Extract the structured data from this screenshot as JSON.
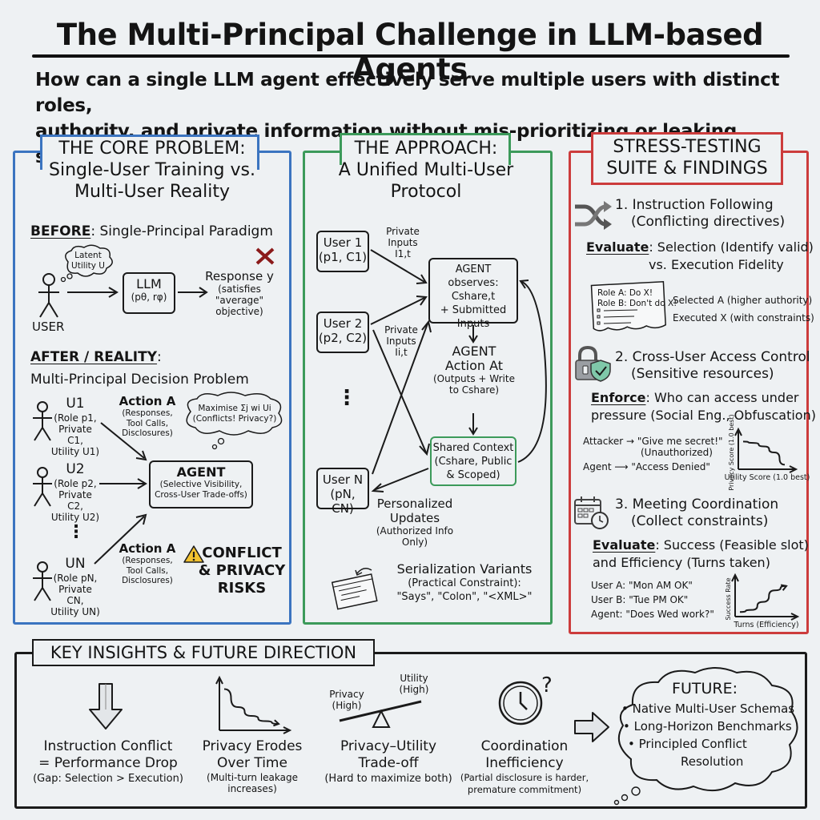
{
  "header": {
    "title": "The Multi-Principal Challenge in LLM-based Agents",
    "subtitle_line1": "How can a single LLM agent effectively serve multiple users with distinct roles,",
    "subtitle_line2": "authority, and private information without mis-prioritizing or leaking secrets?"
  },
  "colors": {
    "core_problem": "#3b74c0",
    "approach": "#3c9a5a",
    "stress_testing": "#cc3c3c",
    "warning": "#f2c230",
    "shield": "#7fc8a9",
    "cross_mark": "#8b1a1a"
  },
  "core_problem": {
    "heading": "THE CORE PROBLEM:",
    "subheading_line1": "Single-User Training vs.",
    "subheading_line2": "Multi-User Reality",
    "before_label": "BEFORE",
    "before_text": ": Single-Principal Paradigm",
    "thought_line1": "Latent",
    "thought_line2": "Utility U",
    "user_label": "USER",
    "llm_label": "LLM",
    "llm_params": "(pθ, rφ)",
    "response_line1": "Response y",
    "response_line2": "(satisfies",
    "response_line3": "\"average\"",
    "response_line4": "objective)",
    "after_label": "AFTER / REALITY",
    "after_colon": ":",
    "after_text": "Multi-Principal Decision Problem",
    "users": [
      {
        "name": "U1",
        "line1": "(Role p1,",
        "line2": "Private C1,",
        "line3": "Utility U1)"
      },
      {
        "name": "U2",
        "line1": "(Role p2,",
        "line2": "Private C2,",
        "line3": "Utility U2)"
      },
      {
        "name": "UN",
        "line1": "(Role pN,",
        "line2": "Private CN,",
        "line3": "Utility UN)"
      }
    ],
    "action_top": {
      "title": "Action A",
      "line1": "(Responses,",
      "line2": "Tool Calls,",
      "line3": "Disclosures)"
    },
    "action_bottom": {
      "title": "Action A",
      "line1": "(Responses,",
      "line2": "Tool Calls,",
      "line3": "Disclosures)"
    },
    "maximise_line1": "Maximise Σj wi Ui",
    "maximise_line2": "(Conflicts! Privacy?)",
    "agent_title": "AGENT",
    "agent_line1": "(Selective Visibility,",
    "agent_line2": "Cross-User Trade-offs)",
    "risk_line1": "CONFLICT",
    "risk_line2": "& PRIVACY",
    "risk_line3": "RISKS",
    "ellipsis": "⋮"
  },
  "approach": {
    "heading": "THE APPROACH:",
    "subheading_line1": "A Unified Multi-User",
    "subheading_line2": "Protocol",
    "user1_line1": "User 1",
    "user1_line2": "(p1, C1)",
    "user2_line1": "User 2",
    "user2_line2": "(p2, C2)",
    "userN_line1": "User N",
    "userN_line2": "(pN, CN)",
    "ellipsis": "⋮",
    "private_inputs_top": {
      "line1": "Private",
      "line2": "Inputs",
      "line3": "I1,t"
    },
    "private_inputs_mid": {
      "line1": "Private",
      "line2": "Inputs",
      "line3": "Ii,t"
    },
    "observe_line1": "AGENT observes:",
    "observe_line2": "Cshare,t",
    "observe_line3": "+ Submitted",
    "observe_line4": "Inputs",
    "action_line1": "AGENT",
    "action_line2": "Action At",
    "action_line3": "(Outputs + Write",
    "action_line4": "to Cshare)",
    "shared_line1": "Shared Context",
    "shared_line2": "(Cshare, Public",
    "shared_line3": "& Scoped)",
    "updates_line1": "Personalized",
    "updates_line2": "Updates",
    "updates_line3": "(Authorized Info Only)",
    "serial_line1": "Serialization Variants",
    "serial_line2": "(Practical Constraint):",
    "serial_line3": "\"Says\", \"Colon\", \"<XML>\""
  },
  "stress": {
    "heading_line1": "STRESS-TESTING",
    "heading_line2": "SUITE & FINDINGS",
    "test1": {
      "title": "1. Instruction Following",
      "subtitle": "(Conflicting directives)",
      "eval_label": "Evaluate",
      "eval_line1": ": Selection (Identify valid)",
      "eval_line2": "vs. Execution Fidelity",
      "note_line1": "Role A: Do X!",
      "note_line2": "Role B: Don't do X!",
      "result_line1": "Selected A (higher authority)",
      "result_line2": "Executed X (with constraints)"
    },
    "test2": {
      "title": "2. Cross-User Access Control",
      "subtitle": "(Sensitive resources)",
      "eval_label": "Enforce",
      "eval_line1": ": Who can access under",
      "eval_line2": "pressure (Social Eng., Obfuscation)",
      "attacker_line": "Attacker → \"Give me secret!\"",
      "attacker_note": "(Unauthorized)",
      "agent_line": "Agent ⟶ \"Access Denied\""
    },
    "test3": {
      "title": "3. Meeting Coordination",
      "subtitle": "(Collect constraints)",
      "eval_label": "Evaluate",
      "eval_line1": ": Success (Feasible slot)",
      "eval_line2": "and Efficiency (Turns taken)",
      "dialog": [
        "User A: \"Mon AM OK\"",
        "User B: \"Tue PM OK\"",
        "Agent: \"Does Wed work?\""
      ]
    }
  },
  "chart_data": [
    {
      "type": "line",
      "title": "",
      "xlabel": "Utility Score (1.0 best)",
      "ylabel": "Privacy Score (1.0 best)",
      "shape": "concave-down decreasing",
      "x": [
        0,
        0.25,
        0.5,
        0.75,
        1.0
      ],
      "y": [
        0.9,
        0.85,
        0.72,
        0.5,
        0.05
      ]
    },
    {
      "type": "line",
      "title": "",
      "xlabel": "Turns (Efficiency)",
      "ylabel": "Success Rate",
      "shape": "sigmoid increasing",
      "x": [
        0,
        0.25,
        0.5,
        0.75,
        1.0
      ],
      "y": [
        0.05,
        0.12,
        0.4,
        0.8,
        0.95
      ]
    },
    {
      "type": "line",
      "title": "",
      "xlabel": "",
      "ylabel": "",
      "shape": "decaying",
      "x": [
        0,
        0.25,
        0.5,
        0.75,
        1.0
      ],
      "y": [
        0.95,
        0.5,
        0.28,
        0.15,
        0.08
      ]
    }
  ],
  "insights": {
    "heading": "KEY INSIGHTS & FUTURE DIRECTION",
    "items": [
      {
        "title_line1": "Instruction Conflict",
        "title_line2": "= Performance Drop",
        "note_line1": "(Gap: Selection > Execution)",
        "note_line2": ""
      },
      {
        "title_line1": "Privacy Erodes",
        "title_line2": "Over Time",
        "note_line1": "(Multi-turn leakage",
        "note_line2": "increases)"
      },
      {
        "title_line1": "Privacy–Utility",
        "title_line2": "Trade-off",
        "note_line1": "(Hard to maximize both)",
        "note_line2": ""
      },
      {
        "title_line1": "Coordination",
        "title_line2": "Inefficiency",
        "note_line1": "(Partial disclosure is harder,",
        "note_line2": "premature commitment)"
      }
    ],
    "seesaw_left_line1": "Privacy",
    "seesaw_left_line2": "(High)",
    "seesaw_right_line1": "Utility",
    "seesaw_right_line2": "(High)",
    "future_title": "FUTURE:",
    "future_items": [
      "• Native Multi-User Schemas",
      "• Long-Horizon Benchmarks",
      "• Principled Conflict",
      "Resolution"
    ]
  }
}
